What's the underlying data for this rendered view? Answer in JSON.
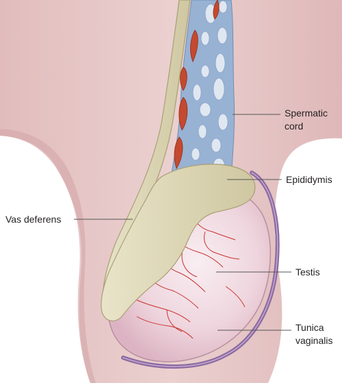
{
  "labels": {
    "spermatic_cord_1": "Spermatic",
    "spermatic_cord_2": "cord",
    "epididymis": "Epididymis",
    "vas_deferens": "Vas deferens",
    "testis": "Testis",
    "tunica_vaginalis_1": "Tunica",
    "tunica_vaginalis_2": "vaginalis"
  },
  "colors": {
    "skin": "#e5c2c2",
    "skin_shadow": "#d6a9ab",
    "cord": "#98b2d4",
    "cord_pores": "#d9e3ef",
    "vessels": "#c4492f",
    "duct": "#ddd7b5",
    "testis": "#efd4dc",
    "tunica": "#8c6aa0",
    "vein_lines": "#c8312e",
    "leader": "#555555"
  }
}
